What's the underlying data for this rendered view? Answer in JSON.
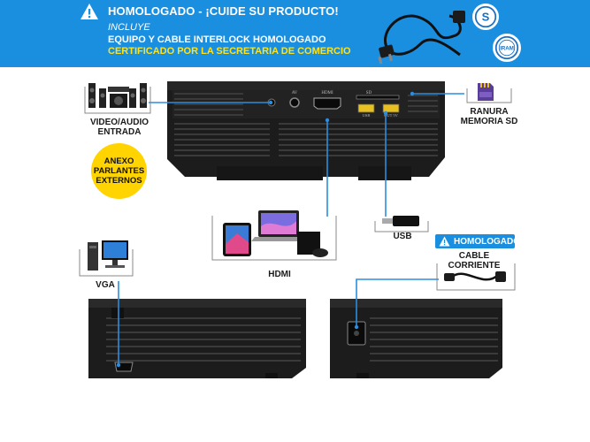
{
  "banner": {
    "title": "HOMOLOGADO - ¡CUIDE SU PRODUCTO!",
    "includes": "INCLUYE",
    "line1": "EQUIPO Y CABLE INTERLOCK HOMOLOGADO",
    "line2": "CERTIFICADO POR LA SECRETARIA DE COMERCIO",
    "seal_s": "S",
    "seal_iram": "IRAM"
  },
  "ports": {
    "av": "AV",
    "hdmi": "HDMI",
    "sd": "SD",
    "usb": "USB",
    "out5v": "OUT 5V"
  },
  "labels": {
    "video_audio": "VIDEO/AUDIO\nENTRADA",
    "ranura": "RANURA\nMEMORIA SD",
    "hdmi": "HDMI",
    "usb": "USB",
    "vga": "VGA",
    "cable_corriente": "CABLE CORRIENTE",
    "homologado": "HOMOLOGADO"
  },
  "badge": {
    "text": "ANEXO\nPARLANTES\nEXTERNOS"
  },
  "colors": {
    "banner_blue": "#1a8fe0",
    "accent_yellow": "#ffe21a",
    "badge_yellow": "#ffd400",
    "usb_yellow": "#e8c020",
    "connector_blue": "#2a8de0"
  }
}
